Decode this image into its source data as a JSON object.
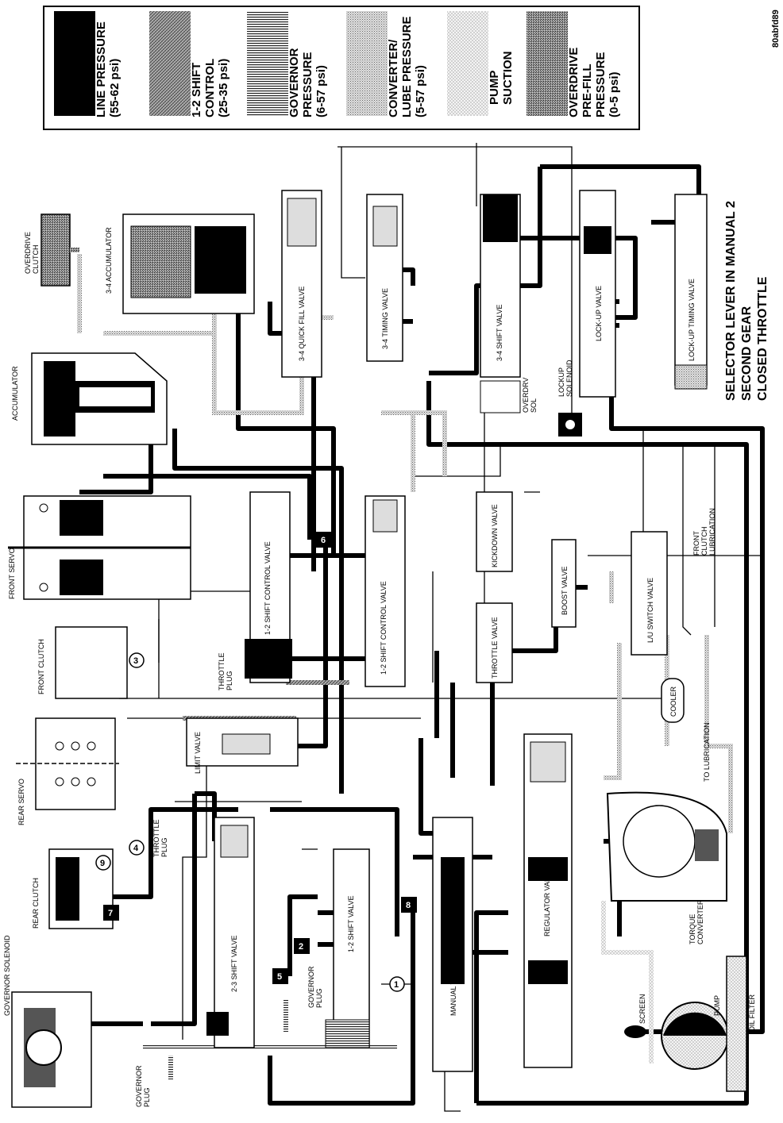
{
  "figure_id": "80abfd89",
  "legend": [
    {
      "label_lines": [
        "LINE PRESSURE",
        "(55-62 psi)"
      ],
      "pattern": "line"
    },
    {
      "label_lines": [
        "1-2 SHIFT",
        "CONTROL",
        "(25-35 psi)"
      ],
      "pattern": "shift12"
    },
    {
      "label_lines": [
        "GOVERNOR",
        "PRESSURE",
        "(6-57 psi)"
      ],
      "pattern": "governor"
    },
    {
      "label_lines": [
        "CONVERTER/",
        "LUBE PRESSURE",
        "(5-57 psi)"
      ],
      "pattern": "converter"
    },
    {
      "label_lines": [
        "PUMP",
        "SUCTION"
      ],
      "pattern": "suction"
    },
    {
      "label_lines": [
        "OVERDRIVE",
        "PRE-FILL",
        "PRESSURE",
        "(0-5 psi)"
      ],
      "pattern": "prefill"
    }
  ],
  "caption_lines": [
    "SELECTOR LEVER IN MANUAL 2",
    "SECOND GEAR",
    "CLOSED THROTTLE"
  ],
  "components": {
    "overdrive_clutch": [
      "OVERDRIVE",
      "CLUTCH"
    ],
    "accumulator_34": "3-4 ACCUMULATOR",
    "accumulator": "ACCUMULATOR",
    "front_servo": "FRONT SERVO",
    "front_clutch": "FRONT CLUTCH",
    "rear_servo": "REAR SERVO",
    "rear_clutch": "REAR CLUTCH",
    "governor_solenoid": "GOVERNOR SOLENOID",
    "governor_plug_left": [
      "GOVERNOR",
      "PLUG"
    ],
    "governor_plug_right": [
      "GOVERNOR",
      "PLUG"
    ],
    "throttle_plug_left": [
      "THROTTLE",
      "PLUG"
    ],
    "throttle_plug_right": [
      "THROTTLE",
      "PLUG"
    ],
    "limit_valve": "LIMIT VALVE",
    "shift_valve_23": "2-3 SHIFT VALVE",
    "shift_valve_12": "1-2 SHIFT VALVE",
    "shift_control_valve_12a": "1-2 SHIFT CONTROL VALVE",
    "shift_control_valve_12b": "1-2 SHIFT CONTROL VALVE",
    "quick_fill_valve": "3-4 QUICK FILL VALVE",
    "timing_valve_34": "3-4 TIMING VALVE",
    "shift_valve_34": "3-4 SHIFT VALVE",
    "overdrv_sol": [
      "OVERDRV",
      "SOL"
    ],
    "lockup_solenoid": [
      "LOCKUP",
      "SOLENOID"
    ],
    "lockup_valve": "LOCK-UP VALVE",
    "lockup_timing_valve": "LOCK-UP TIMING VALVE",
    "kickdown_valve": "KICKDOWN VALVE",
    "throttle_valve": "THROTTLE VALVE",
    "manual_valve": "MANUAL VALVE",
    "regulator_valve": "REGULATOR VALVE",
    "boost_valve": "BOOST VALVE",
    "lu_switch_valve": "L/U SWITCH VALVE",
    "front_clutch_lubrication": [
      "FRONT",
      "CLUTCH",
      "LUBRICATION"
    ],
    "cooler": "COOLER",
    "to_lubrication": "TO LUBRICATION",
    "torque_converter": [
      "TORQUE",
      "CONVERTER"
    ],
    "screen": "SCREEN",
    "pump": "PUMP",
    "oil_filter": "OIL FILTER"
  },
  "numbered_markers": [
    "1",
    "2",
    "3",
    "4",
    "5",
    "6",
    "7",
    "8",
    "9"
  ]
}
